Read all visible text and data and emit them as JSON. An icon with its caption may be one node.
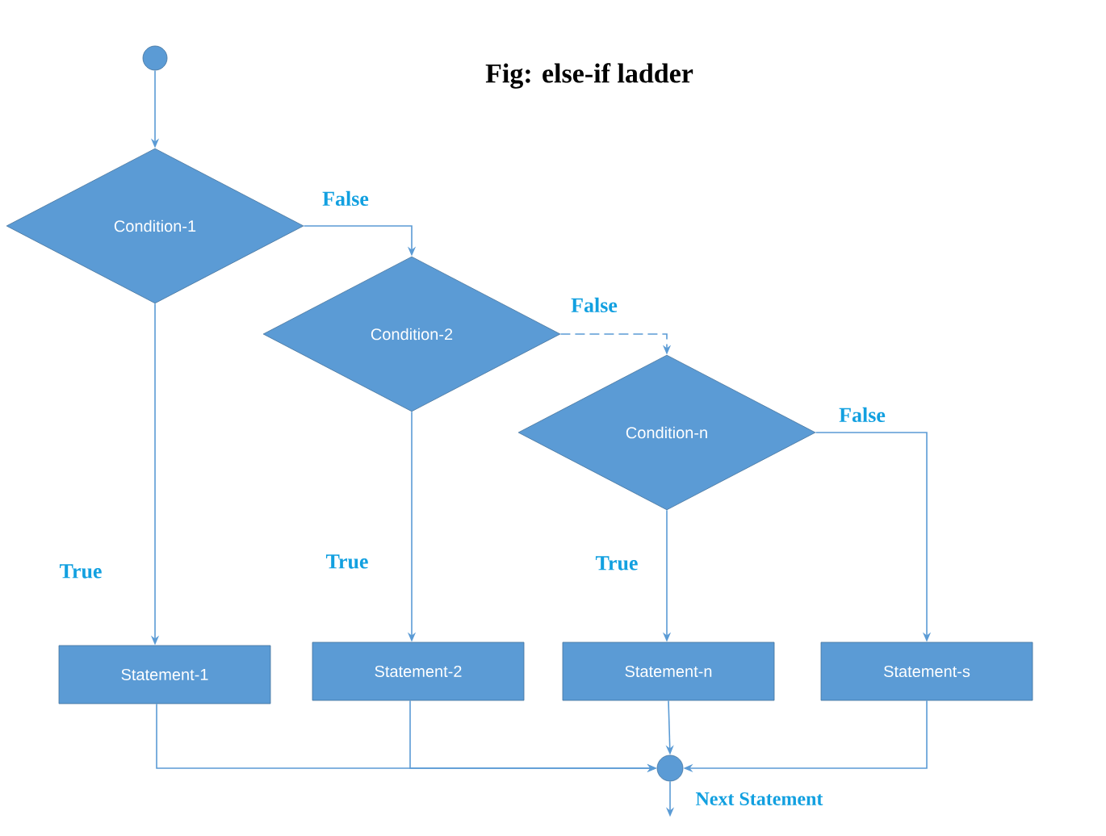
{
  "diagram": {
    "title": "Fig: else-if ladder",
    "nodes": [
      {
        "text": [],
        "shape": "circle"
      },
      {
        "text": [
          "Condition-1"
        ]
      },
      {
        "text": [
          "Condition-2"
        ]
      },
      {
        "text": [
          "Condition-n"
        ]
      },
      {
        "text": [
          "Statement-1"
        ]
      },
      {
        "text": [
          "Statement-2"
        ]
      },
      {
        "text": [
          "Statement-n"
        ]
      },
      {
        "text": [
          "Statement-s"
        ]
      },
      {
        "text": [],
        "shape": "circle",
        "beside": [
          "Next Statement"
        ]
      }
    ],
    "edges": [
      {
        "from": 0,
        "to": 1,
        "arrow": "to"
      },
      {
        "from": 1,
        "to": 2,
        "arrow": "to",
        "label": "False"
      },
      {
        "from": 2,
        "to": 3,
        "arrow": "to",
        "label": "False",
        "style": "dashed"
      },
      {
        "from": 3,
        "to": 7,
        "arrow": "to",
        "label": "False"
      },
      {
        "from": 1,
        "to": 4,
        "arrow": "to",
        "label": "True"
      },
      {
        "from": 2,
        "to": 5,
        "arrow": "to",
        "label": "True"
      },
      {
        "from": 3,
        "to": 6,
        "arrow": "to",
        "label": "True"
      },
      {
        "from": 4,
        "to": 8,
        "arrow": "to"
      },
      {
        "from": 5,
        "to": 8,
        "arrow": "to"
      },
      {
        "from": 6,
        "to": 8,
        "arrow": "to"
      },
      {
        "from": 7,
        "to": 8,
        "arrow": "to"
      },
      {
        "from": 8,
        "to": null,
        "arrow": "to"
      }
    ]
  }
}
